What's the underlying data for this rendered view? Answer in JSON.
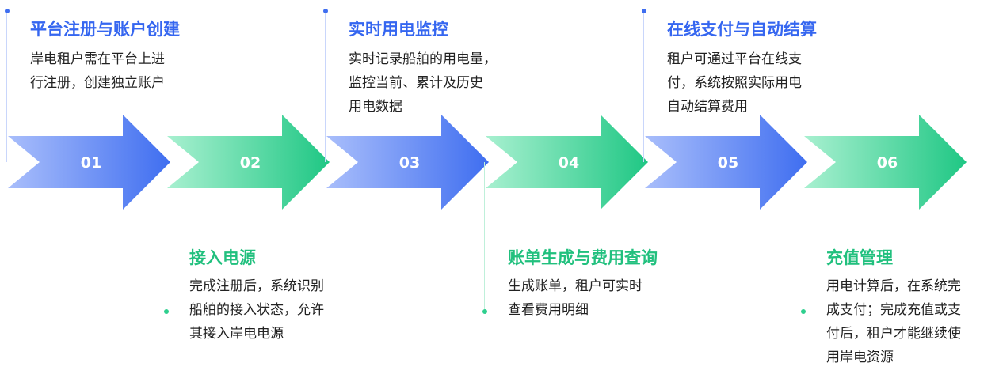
{
  "colors": {
    "blue": "#3F6EF0",
    "blue_light": "#A9BEFB",
    "blue_dark": "#3763EE",
    "green": "#2ECF8E",
    "green_light": "#A8F0D0",
    "green_dark": "#1FC784",
    "title_blue": "#3566F0",
    "title_green": "#21C07E"
  },
  "steps": [
    {
      "number": "01",
      "title": "平台注册与账户创建",
      "desc_lines": [
        "岸电租户需在平台上进",
        "行注册，创建独立账户"
      ],
      "color": "blue",
      "position": "top"
    },
    {
      "number": "02",
      "title": "接入电源",
      "desc_lines": [
        "完成注册后，系统识别",
        "船舶的接入状态，允许",
        "其接入岸电电源"
      ],
      "color": "green",
      "position": "bottom"
    },
    {
      "number": "03",
      "title": "实时用电监控",
      "desc_lines": [
        "实时记录船舶的用电量，",
        "监控当前、累计及历史",
        "用电数据"
      ],
      "color": "blue",
      "position": "top"
    },
    {
      "number": "04",
      "title": "账单生成与费用查询",
      "desc_lines": [
        "生成账单，租户可实时",
        "查看费用明细"
      ],
      "color": "green",
      "position": "bottom"
    },
    {
      "number": "05",
      "title": "在线支付与自动结算",
      "desc_lines": [
        "租户可通过平台在线支",
        "付，系统按照实际用电",
        "自动结算费用"
      ],
      "color": "blue",
      "position": "top"
    },
    {
      "number": "06",
      "title": "充值管理",
      "desc_lines": [
        "用电计算后，在系统完",
        "成支付；完成充值或支",
        "付后，租户才能继续使",
        "用岸电资源"
      ],
      "color": "green",
      "position": "bottom"
    }
  ]
}
